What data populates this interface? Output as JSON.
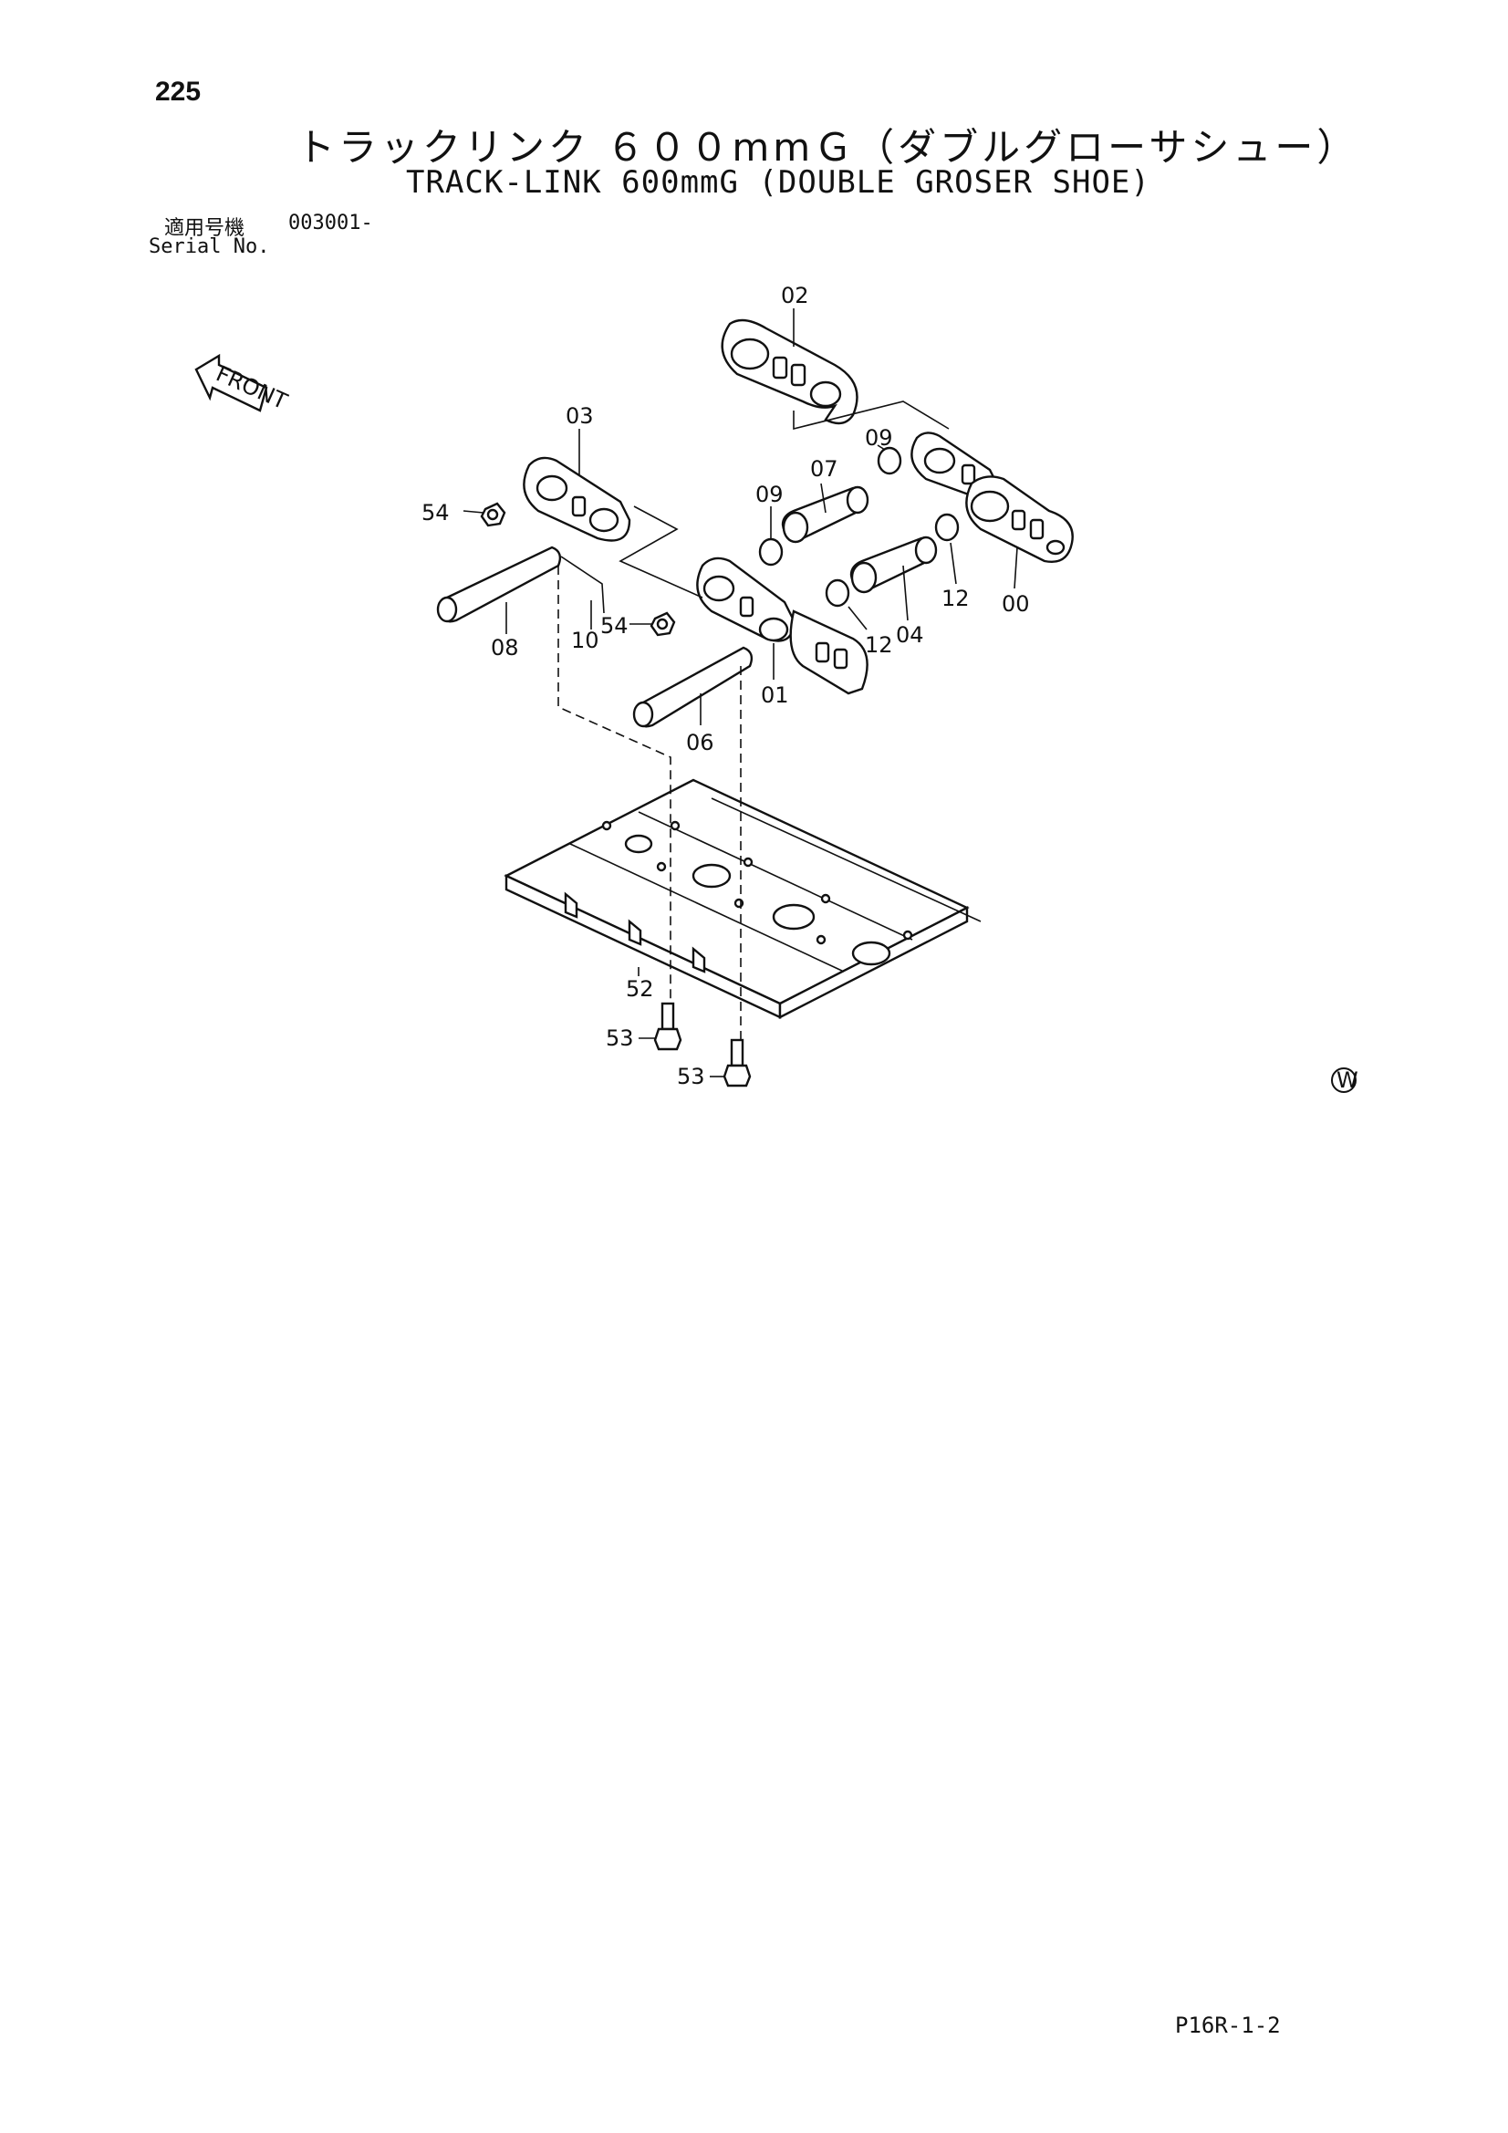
{
  "page": {
    "number": "225",
    "title_jp": "トラックリンク ６００mmＧ（ダブルグローサシュー）",
    "title_en": "TRACK-LINK 600mmG (DOUBLE GROSER SHOE)",
    "serial_label_jp": "適用号機",
    "serial_value": "003001-",
    "serial_label_en": "Serial No.",
    "doc_code": "P16R-1-2"
  },
  "diagram": {
    "front_label": "FRONT",
    "symbol": "W",
    "callouts": [
      "02",
      "03",
      "54",
      "09",
      "07",
      "09",
      "12",
      "00",
      "04",
      "12",
      "08",
      "10",
      "54",
      "01",
      "06",
      "52",
      "53",
      "53"
    ]
  }
}
